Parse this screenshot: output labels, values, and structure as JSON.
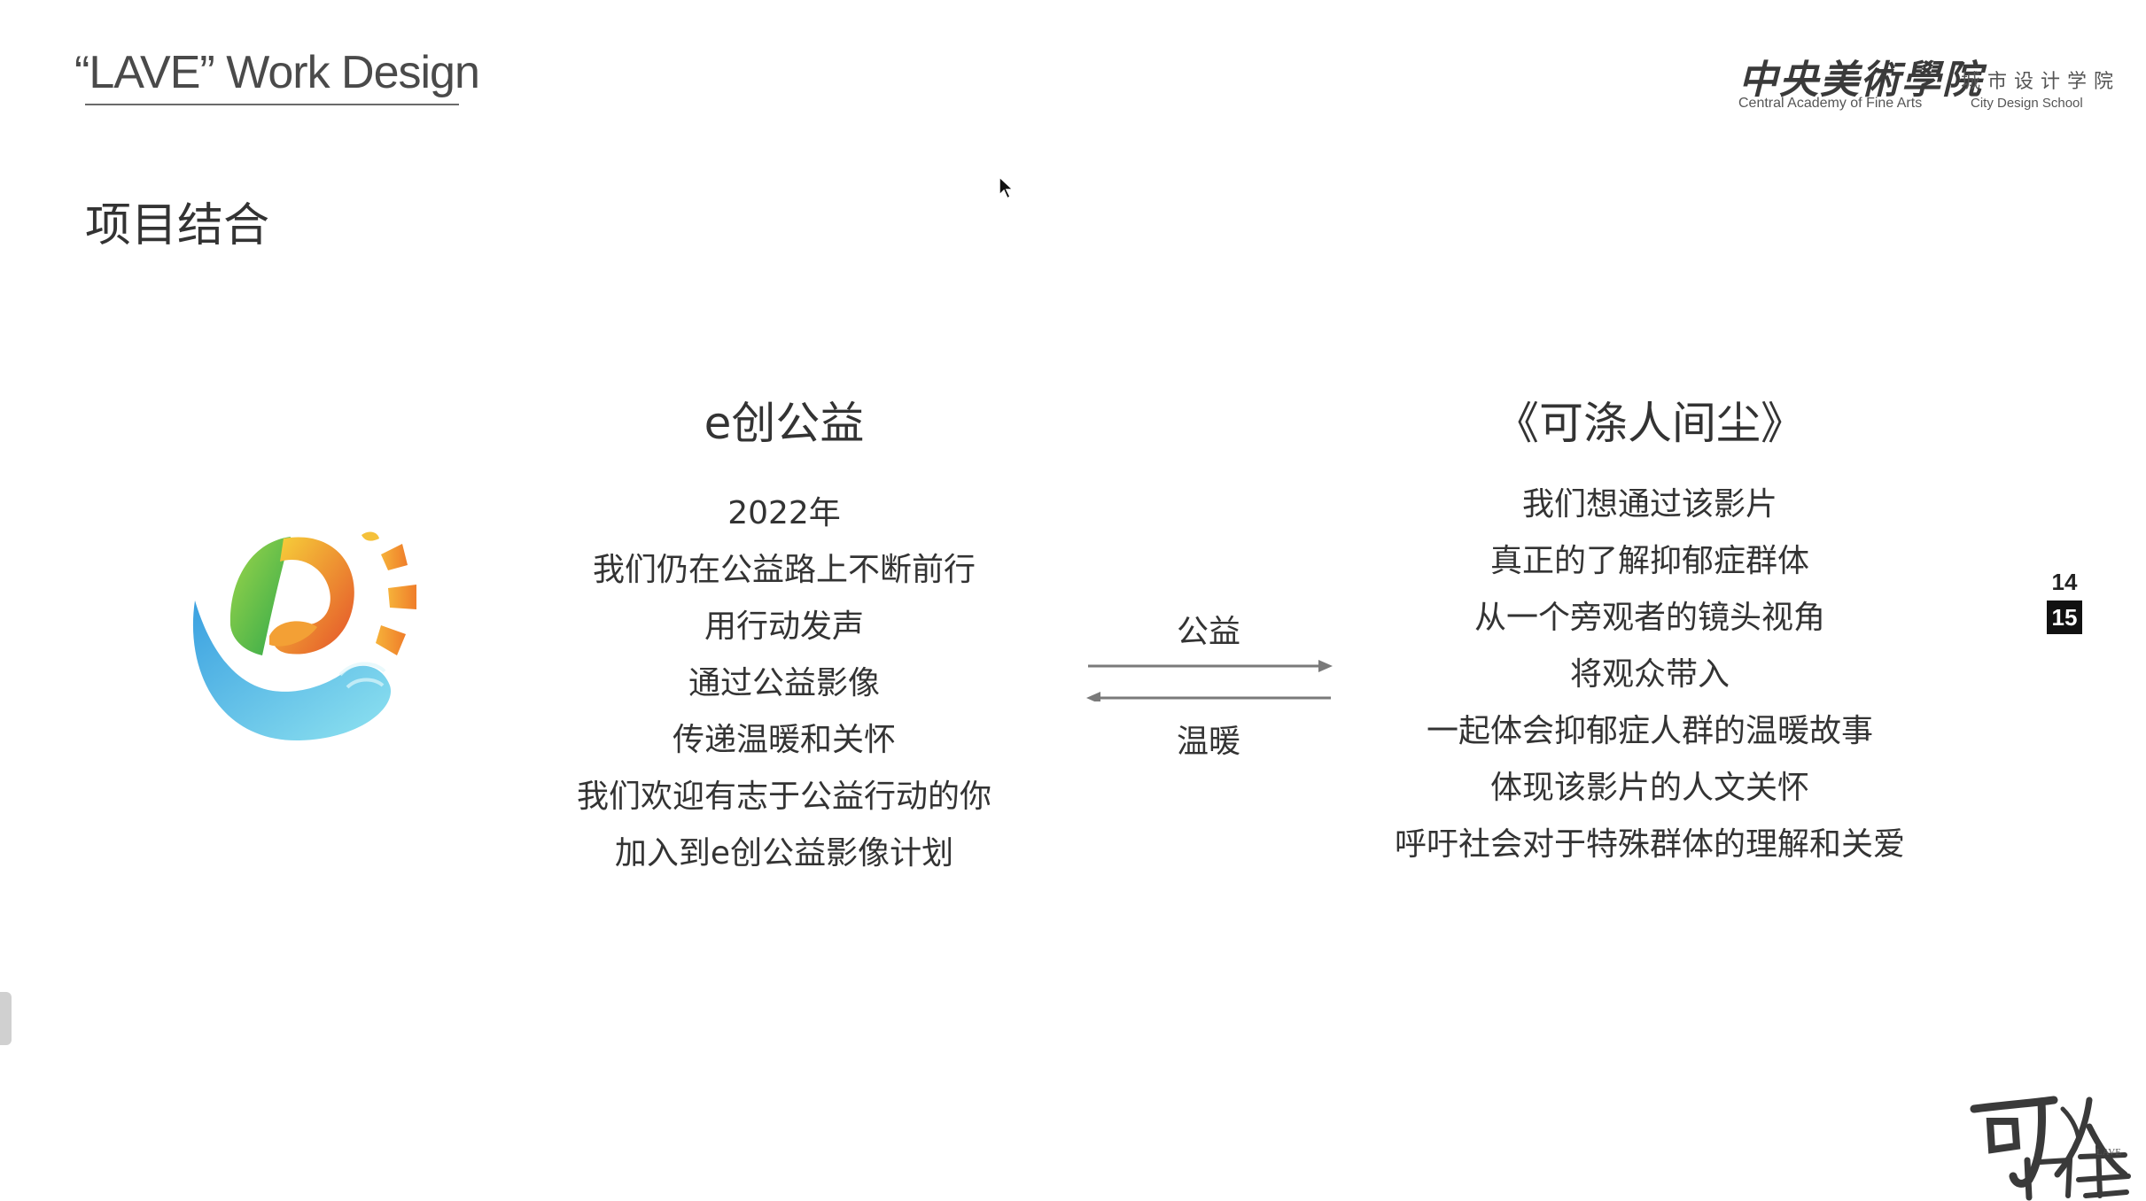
{
  "header": {
    "brand_title": "“LAVE” Work Design",
    "school": {
      "name_cn": "中央美術學院",
      "name_en": "Central Academy of Fine Arts",
      "sub_cn": "城市设计学院",
      "sub_en": "City Design School"
    }
  },
  "section_heading": "项目结合",
  "left_column": {
    "title": "e创公益",
    "lines": [
      "2022年",
      "我们仍在公益路上不断前行",
      "用行动发声",
      "通过公益影像",
      "传递温暖和关怀",
      "我们欢迎有志于公益行动的你",
      "加入到e创公益影像计划"
    ]
  },
  "right_column": {
    "title": "《可涤人间尘》",
    "lines": [
      "我们想通过该影片",
      "真正的了解抑郁症群体",
      "从一个旁观者的镜头视角",
      "将观众带入",
      "一起体会抑郁症人群的温暖故事",
      "体现该影片的人文关怀",
      "呼吁社会对于特殊群体的理解和关爱"
    ]
  },
  "arrows": {
    "top_label": "公益",
    "bottom_label": "温暖"
  },
  "pagination": {
    "prev": "14",
    "current": "15"
  },
  "calligraphy_logo": {
    "text": "可涤人间尘",
    "tag": "LAVE"
  },
  "icons": {
    "charity_logo": "e-charity-logo",
    "cursor": "mouse-pointer-icon"
  }
}
